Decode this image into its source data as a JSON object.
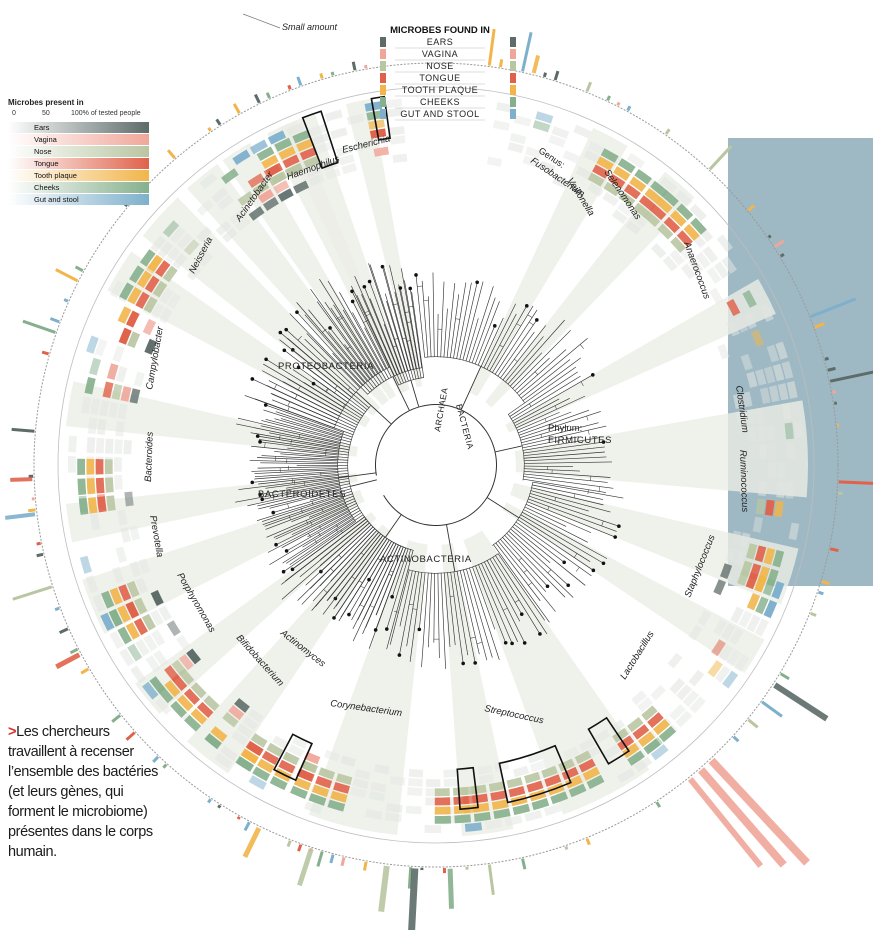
{
  "top_annotation": "Small amount",
  "sites_header": "MICROBES FOUND IN",
  "sites": [
    "EARS",
    "VAGINA",
    "NOSE",
    "TONGUE",
    "TOOTH PLAQUE",
    "CHEEKS",
    "GUT AND STOOL"
  ],
  "legend": {
    "title": "Microbes present in",
    "scale": [
      "0",
      "50",
      "100% of tested people"
    ],
    "items": [
      {
        "label": "Ears",
        "color": "#5d6c69"
      },
      {
        "label": "Vagina",
        "color": "#f0a79a"
      },
      {
        "label": "Nose",
        "color": "#b9c6a2"
      },
      {
        "label": "Tongue",
        "color": "#e0624a"
      },
      {
        "label": "Tooth plaque",
        "color": "#f1b54a"
      },
      {
        "label": "Cheeks",
        "color": "#86b08d"
      },
      {
        "label": "Gut and stool",
        "color": "#7eb0cc"
      }
    ]
  },
  "phyla": {
    "proteobacteria": "PROTEOBACTERIA",
    "bacteroidetes": "BACTEROIDETES",
    "actinobacteria": "ACTINOBACTERIA",
    "phylum_prefix": "Phylum:",
    "firmicutes": "FIRMICUTES",
    "archaea": "ARCHAEA",
    "bacteria": "BACTERIA"
  },
  "genera": [
    {
      "name": "Escherichia"
    },
    {
      "name": "Haemophilus"
    },
    {
      "name": "Acinetobacter"
    },
    {
      "name": "Neisseria"
    },
    {
      "name": "Campylobacter"
    },
    {
      "name": "Bacteroides"
    },
    {
      "name": "Prevotella"
    },
    {
      "name": "Porphyromonas"
    },
    {
      "name": "Bifidobacterium"
    },
    {
      "name": "Actinomyces"
    },
    {
      "name": "Corynebacterium"
    },
    {
      "name": "Streptococcus"
    },
    {
      "name": "Lactobacillus"
    },
    {
      "name": "Staphylococcus"
    },
    {
      "name": "Ruminococcus"
    },
    {
      "name": "Clostridium"
    },
    {
      "name": "Anaerococcus"
    },
    {
      "name": "Selenomonas"
    },
    {
      "name": "Veillonella"
    },
    {
      "name": "Fusobacterium"
    }
  ],
  "genus_prefix": "Genus:",
  "caption_arrow": ">",
  "caption": "Les chercheurs travaillent à recenser l’ensemble des bactéries (et leurs gènes, qui forment le microbiome) présentes dans le corps humain."
}
